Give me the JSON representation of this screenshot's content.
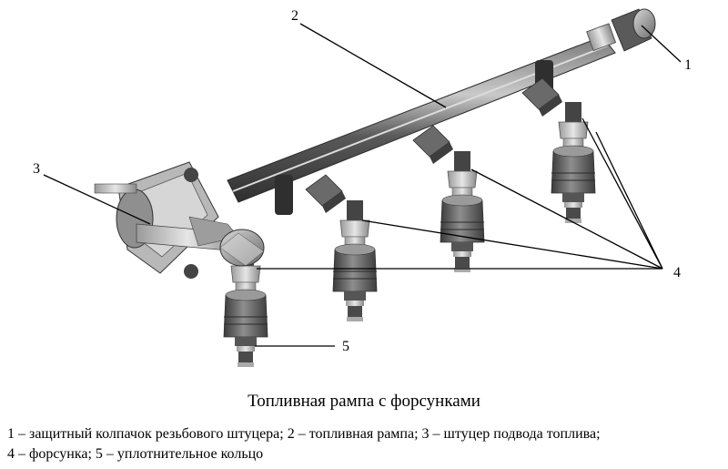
{
  "figure": {
    "callouts": [
      "1",
      "2",
      "3",
      "4",
      "5"
    ]
  },
  "caption": {
    "title": "Топливная рампа с форсунками",
    "legend_line1": "1 – защитный колпачок резьбового штуцера; 2 – топливная рампа; 3 – штуцер подвода топлива;",
    "legend_line2": "4 – форсунка; 5 – уплотнительное кольцо"
  }
}
